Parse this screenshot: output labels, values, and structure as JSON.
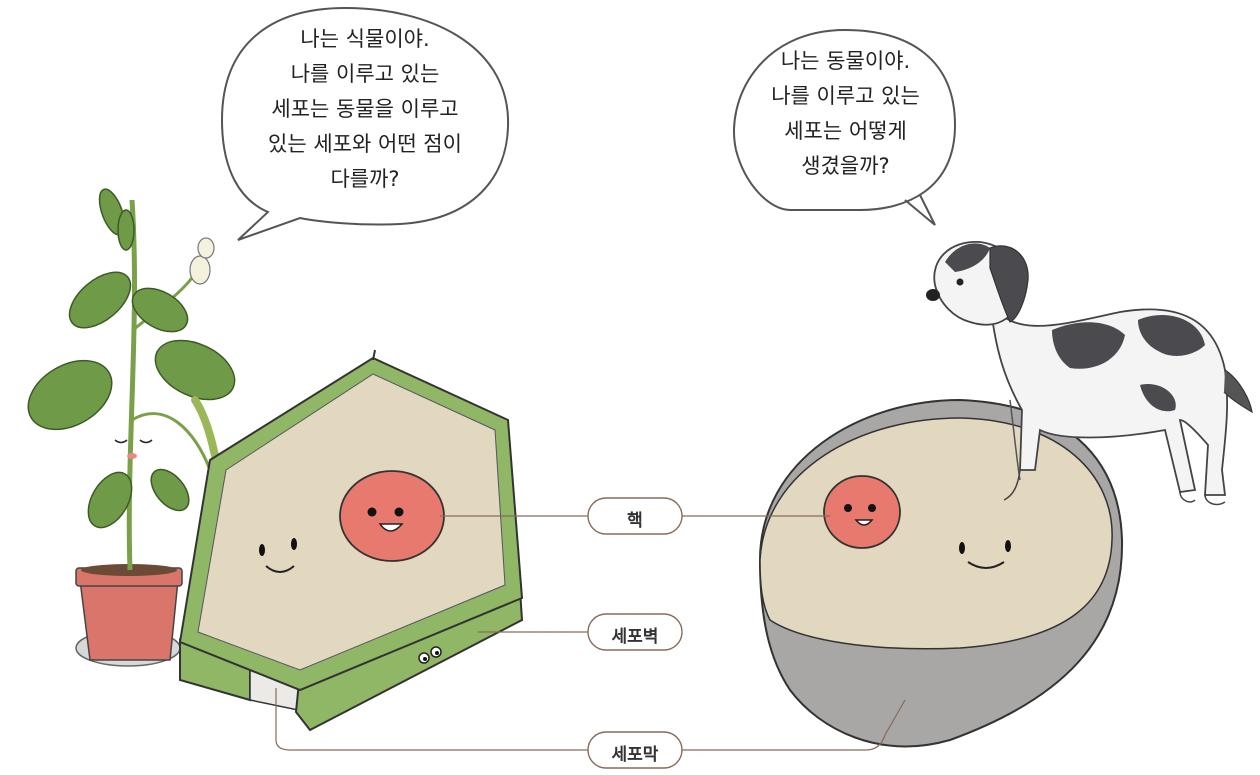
{
  "plant_bubble": {
    "lines": [
      "나는 식물이야.",
      "나를 이루고 있는",
      "세포는 동물을 이루고",
      "있는 세포와 어떤 점이",
      "다를까?"
    ]
  },
  "animal_bubble": {
    "lines": [
      "나는 동물이야.",
      "나를 이루고 있는",
      "세포는 어떻게",
      "생겼을까?"
    ]
  },
  "labels": {
    "nucleus": "핵",
    "cell_wall": "세포벽",
    "cell_membrane": "세포막"
  },
  "colors": {
    "cell_wall_green": "#8fb765",
    "cytoplasm": "#e2d8bf",
    "nucleus": "#e8796e",
    "membrane_gray": "#a9a6a6",
    "leader_line": "#8a6a5a"
  }
}
